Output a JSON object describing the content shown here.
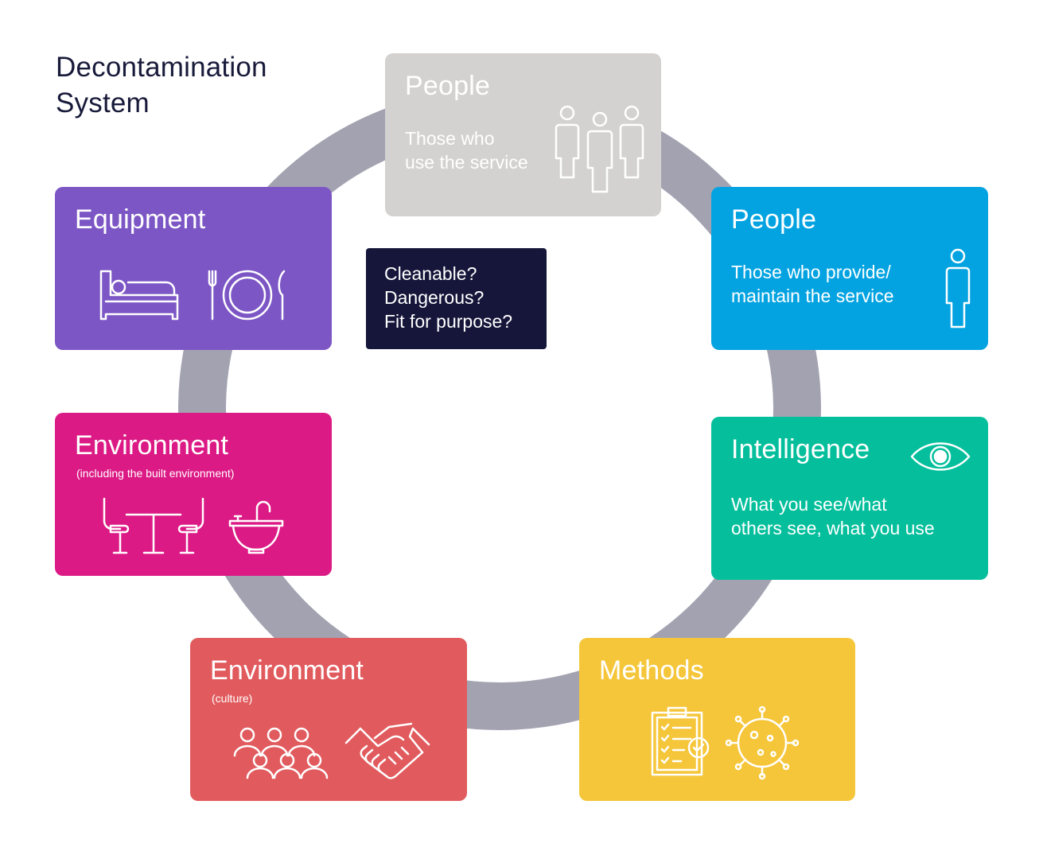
{
  "title": {
    "line1": "Decontamination",
    "line2": "System"
  },
  "question_box": {
    "lines": [
      "Cleanable?",
      "Dangerous?",
      "Fit for purpose?"
    ]
  },
  "cards": {
    "people_users": {
      "heading": "People",
      "desc": [
        "Those who",
        "use the service"
      ],
      "color": "#d3d2d0",
      "icon": "three-people-icon"
    },
    "people_providers": {
      "heading": "People",
      "desc": [
        "Those who  provide/",
        "maintain the service"
      ],
      "color": "#03a3e1",
      "icon": "person-icon"
    },
    "intelligence": {
      "heading": "Intelligence",
      "desc": [
        "What you see/what",
        "others see, what you use"
      ],
      "color": "#05bf9c",
      "icon": "eye-icon"
    },
    "methods": {
      "heading": "Methods",
      "color": "#f5c63a",
      "icons": [
        "clipboard-checklist-icon",
        "germ-icon"
      ]
    },
    "environment_culture": {
      "heading": "Environment",
      "sub": "(culture)",
      "color": "#e15b5e",
      "icons": [
        "group-of-people-icon",
        "handshake-icon"
      ]
    },
    "environment_built": {
      "heading": "Environment",
      "sub": "(including the built environment)",
      "color": "#dc1a85",
      "icons": [
        "table-and-chairs-icon",
        "sink-icon"
      ]
    },
    "equipment": {
      "heading": "Equipment",
      "color": "#7c56c5",
      "icons": [
        "bed-icon",
        "plate-and-cutlery-icon"
      ]
    }
  },
  "ring_color": "#a3a2b1",
  "question_box_color": "#16163b"
}
